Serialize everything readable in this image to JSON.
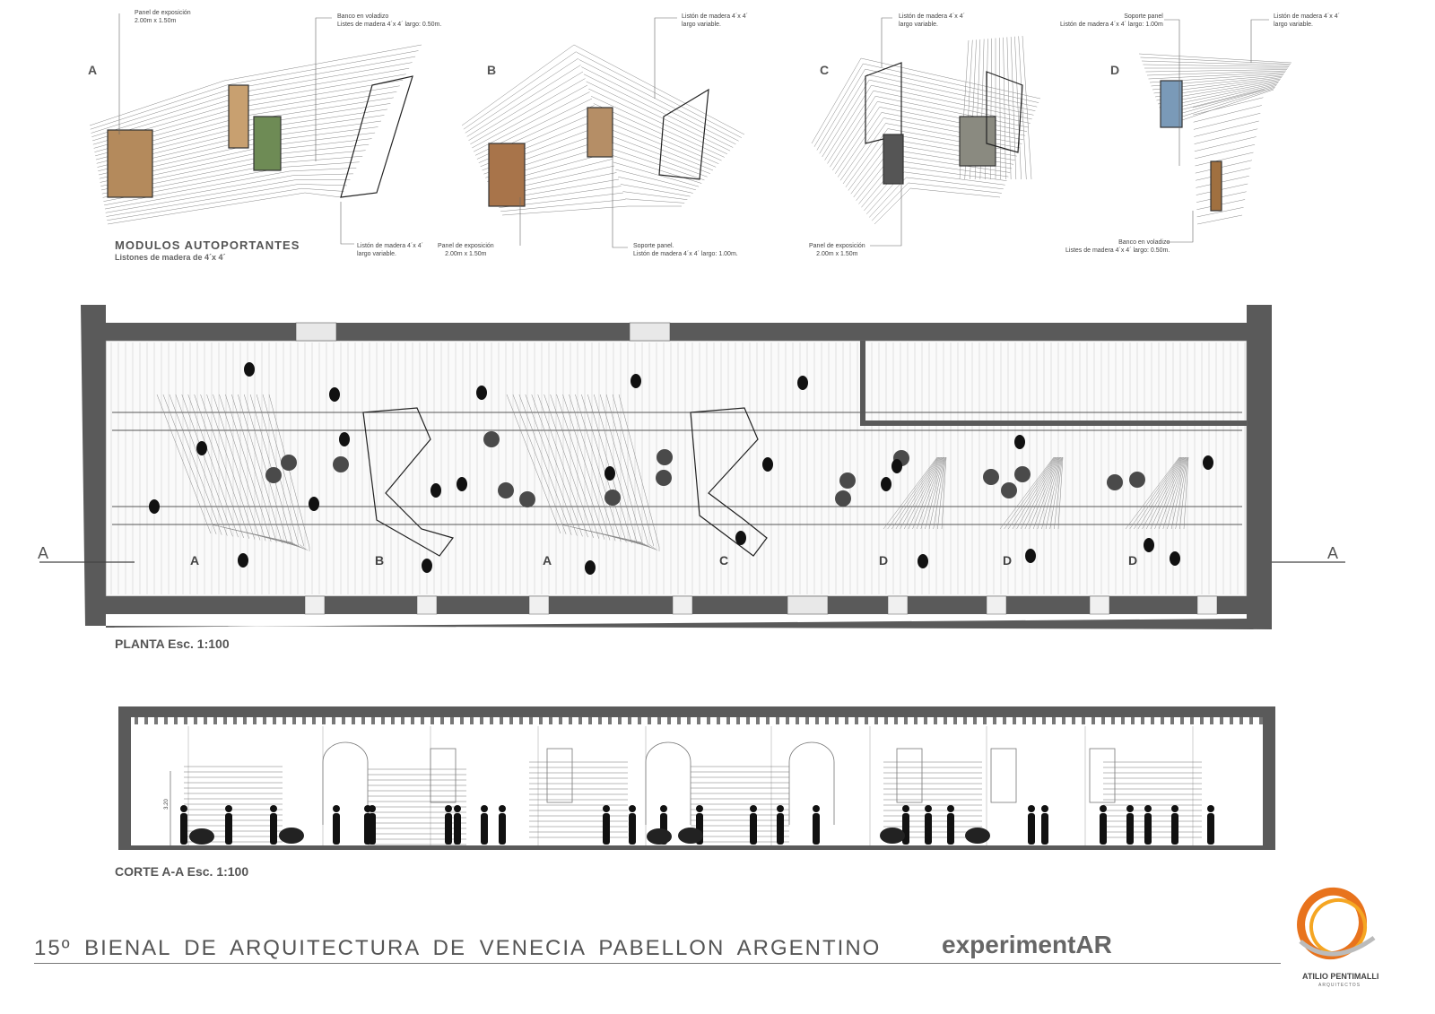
{
  "modules": {
    "title": "MODULOS  AUTOPORTANTES",
    "subtitle": "Listones de madera de 4´x 4´",
    "letters": [
      "A",
      "B",
      "C",
      "D"
    ],
    "notes": {
      "a_panel": "Panel de exposición\n2.00m x 1.50m",
      "a_banco": "Banco en voladizo\nListes de madera 4´x 4´ largo: 0.50m.",
      "a_liston": "Listón de madera 4´x 4´\nlargo variable.",
      "b_panel": "Panel de exposición\n2.00m x 1.50m",
      "b_liston": "Listón de madera 4´x 4´\nlargo variable.",
      "b_soporte": "Soporte panel.\nListón de madera 4´x 4´ largo: 1.00m.",
      "c_liston": "Listón de madera 4´x 4´\nlargo variable.",
      "c_panel": "Panel de exposición\n2.00m x 1.50m",
      "d_soporte": "Soporte panel\nListón de madera 4´x 4´ largo: 1.00m",
      "d_liston": "Listón de madera 4´x 4´\nlargo variable.",
      "d_banco": "Banco en voladizo\nListes de madera 4´x 4´ largo: 0.50m."
    }
  },
  "plan": {
    "caption": "PLANTA Esc. 1:100",
    "section_mark": "A",
    "module_labels": [
      "A",
      "B",
      "A",
      "C",
      "D",
      "D",
      "D"
    ]
  },
  "section": {
    "caption": "CORTE A-A Esc. 1:100",
    "height_mark": "3.20"
  },
  "footer": {
    "title": "15º  BIENAL  DE  ARQUITECTURA  DE  VENECIA  PABELLON  ARGENTINO",
    "brand": "experimentAR",
    "logo_name": "ATILIO PENTIMALLI",
    "logo_sub": "ARQUITECTOS",
    "logo_colors": [
      "#e8731d",
      "#f5a623"
    ]
  }
}
